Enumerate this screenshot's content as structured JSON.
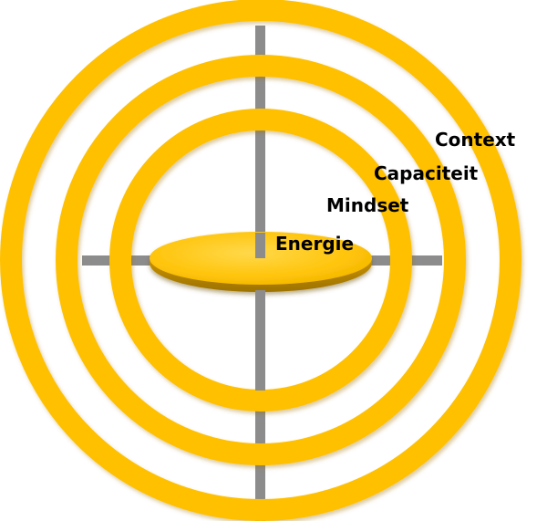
{
  "labels": {
    "context": "Context",
    "capaciteit": "Capaciteit",
    "mindset": "Mindset",
    "energie": "Energie"
  },
  "colors": {
    "ring": "#FFC000",
    "ring_dark": "#D99A00",
    "axis": "#8C8C8C",
    "disk_top": "#FFC80A",
    "disk_edge": "#B88400"
  }
}
